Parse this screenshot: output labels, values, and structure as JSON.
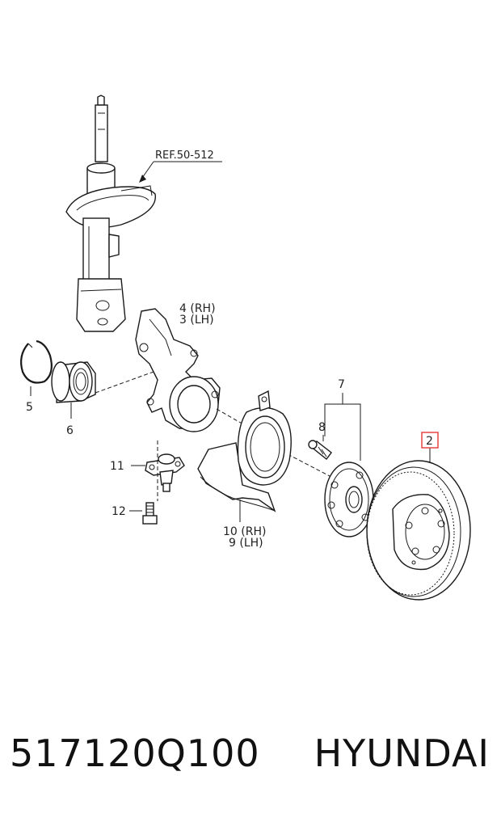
{
  "diagram": {
    "ref_label": "REF.50-512",
    "labels": {
      "p2": "2",
      "p4_rh": "4 (RH)",
      "p3_lh": "3 (LH)",
      "p5": "5",
      "p6": "6",
      "p7": "7",
      "p8": "8",
      "p10_rh": "10 (RH)",
      "p9_lh": "9 (LH)",
      "p11": "11",
      "p12": "12"
    },
    "highlight_color": "#e53935"
  },
  "footer": {
    "part_number": "517120Q100",
    "brand": "HYUNDAI"
  }
}
